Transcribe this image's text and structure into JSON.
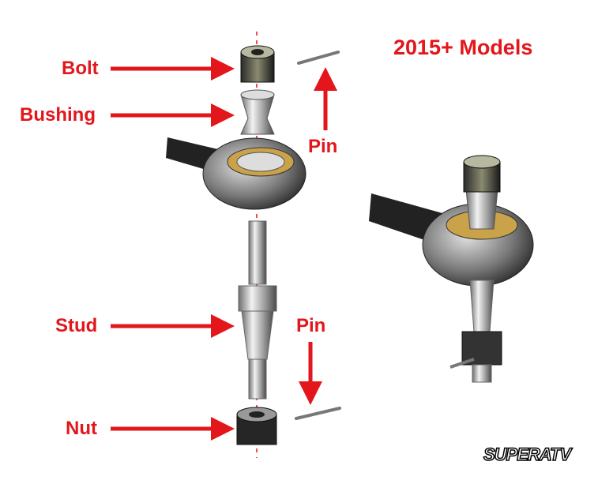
{
  "title": "2015+ Models",
  "labels": {
    "bolt": "Bolt",
    "bushing": "Bushing",
    "pin_top": "Pin",
    "stud": "Stud",
    "pin_bottom": "Pin",
    "nut": "Nut"
  },
  "logo": "SUPERATV",
  "colors": {
    "accent": "#e3161b"
  }
}
